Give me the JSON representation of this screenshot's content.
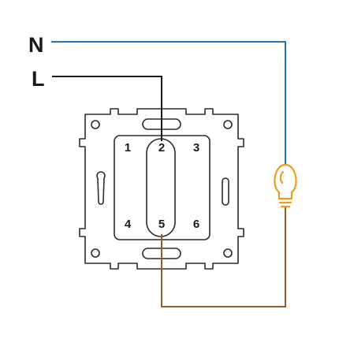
{
  "lines": {
    "neutral_label": "N",
    "live_label": "L"
  },
  "terminals": [
    "1",
    "2",
    "3",
    "4",
    "5",
    "6"
  ],
  "lamp_icon": "light-bulb-icon",
  "colors": {
    "neutral_wire": "#1f74b8",
    "live_wire": "#1a1a1a",
    "load_wire": "#9a5a2b",
    "lamp": "#f39a1e",
    "outline": "#2b2b2b"
  }
}
